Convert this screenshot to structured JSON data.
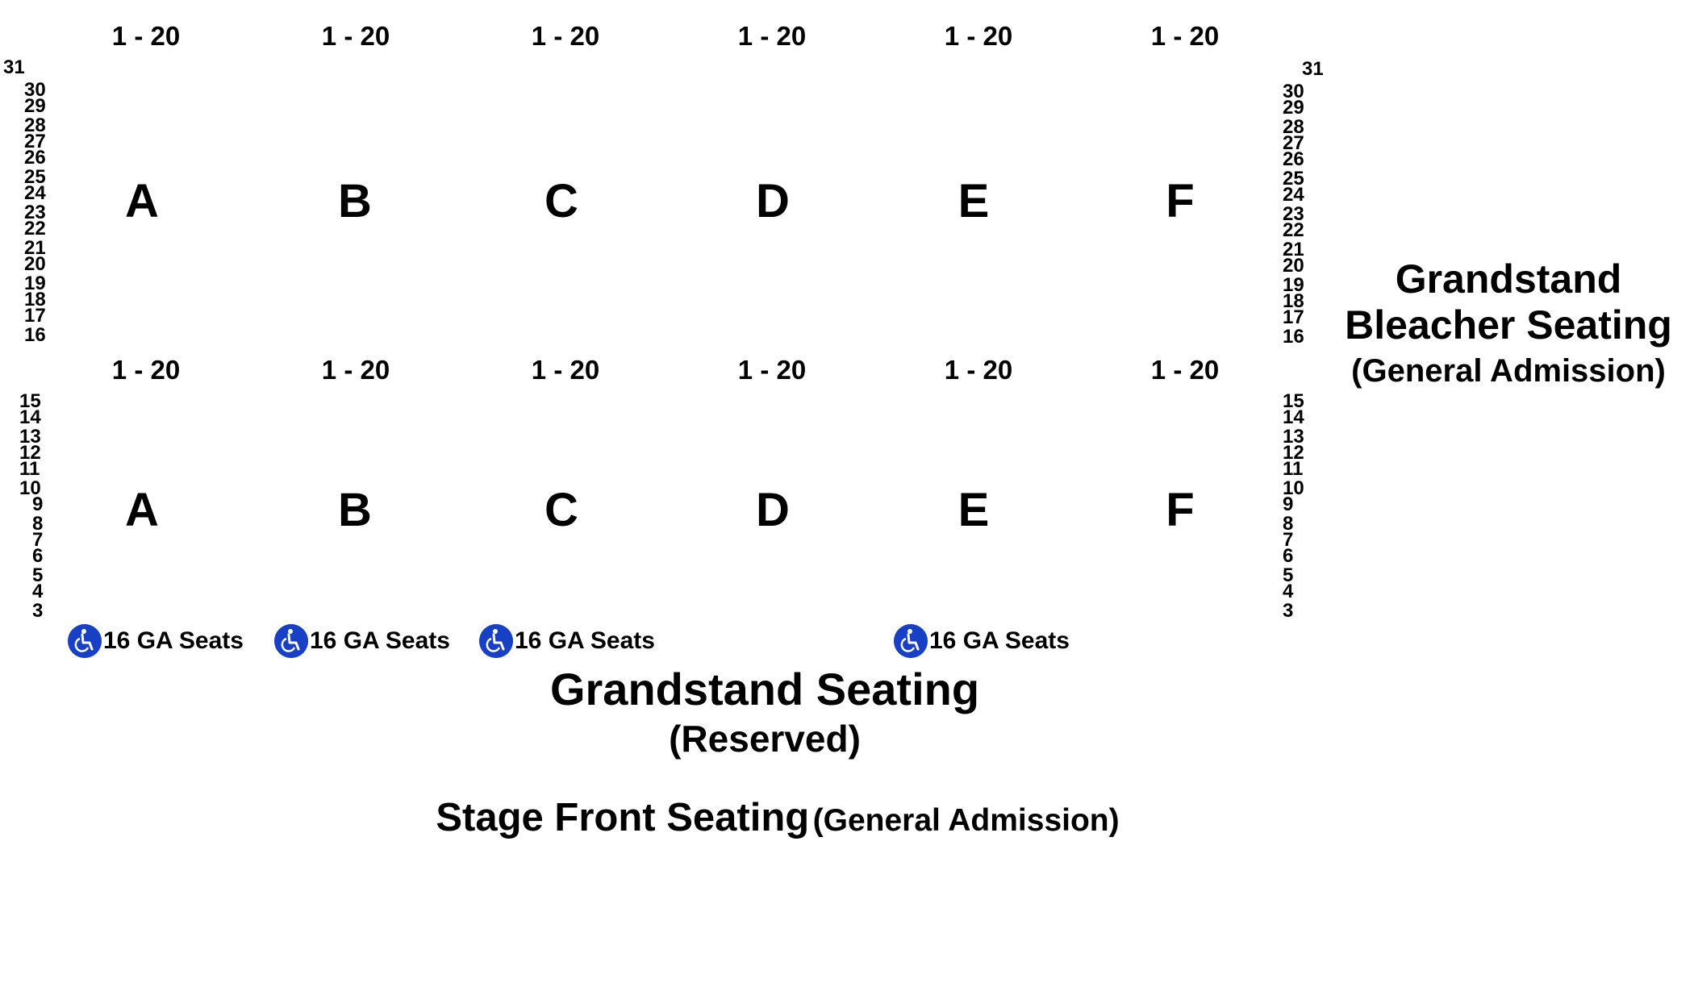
{
  "upper_tier": {
    "sections": [
      {
        "range": "1 - 20",
        "letter": "A"
      },
      {
        "range": "1 - 20",
        "letter": "B"
      },
      {
        "range": "1 - 20",
        "letter": "C"
      },
      {
        "range": "1 - 20",
        "letter": "D"
      },
      {
        "range": "1 - 20",
        "letter": "E"
      },
      {
        "range": "1 - 20",
        "letter": "F"
      }
    ],
    "rows": [
      "31",
      "30",
      "29",
      "28",
      "27",
      "26",
      "25",
      "24",
      "23",
      "22",
      "21",
      "20",
      "19",
      "18",
      "17",
      "16"
    ]
  },
  "lower_tier": {
    "sections": [
      {
        "range": "1 - 20",
        "letter": "A"
      },
      {
        "range": "1 - 20",
        "letter": "B"
      },
      {
        "range": "1 - 20",
        "letter": "C"
      },
      {
        "range": "1 - 20",
        "letter": "D"
      },
      {
        "range": "1 - 20",
        "letter": "E"
      },
      {
        "range": "1 - 20",
        "letter": "F"
      }
    ],
    "rows": [
      "15",
      "14",
      "13",
      "12",
      "11",
      "10",
      "9",
      "8",
      "7",
      "6",
      "5",
      "4",
      "3"
    ]
  },
  "accessible_seating": [
    {
      "label": "16 GA Seats",
      "icon": "wheelchair-icon"
    },
    {
      "label": "16 GA Seats",
      "icon": "wheelchair-icon"
    },
    {
      "label": "16 GA Seats",
      "icon": "wheelchair-icon"
    },
    {
      "label": "16 GA Seats",
      "icon": "wheelchair-icon"
    }
  ],
  "grandstand": {
    "title": "Grandstand Seating",
    "subtitle": "(Reserved)"
  },
  "bleacher": {
    "line1": "Grandstand",
    "line2": "Bleacher Seating",
    "line3": "(General Admission)"
  },
  "stage_front": {
    "title": "Stage Front Seating",
    "subtitle": "(General Admission)"
  },
  "colors": {
    "accessible_icon": "#1740c4",
    "text": "#000000",
    "background": "#ffffff"
  }
}
